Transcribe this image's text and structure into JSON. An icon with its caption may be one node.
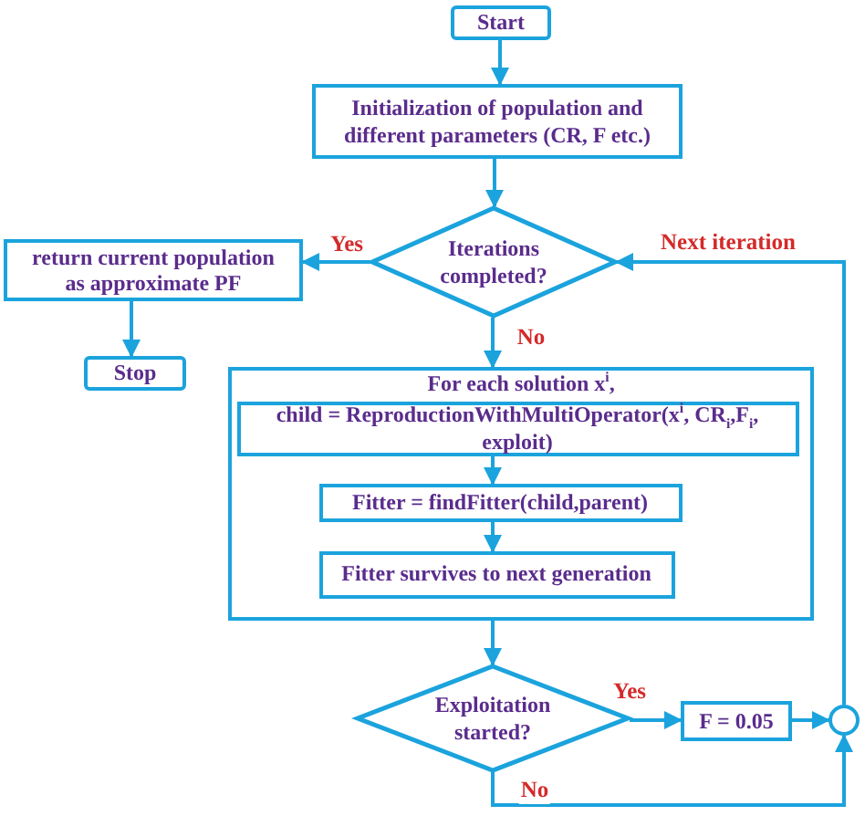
{
  "diagram": {
    "nodes": [
      {
        "text": [
          "Start"
        ]
      },
      {
        "text": [
          "Initialization of population and different parameters (CR, F etc.)"
        ]
      },
      {
        "text": [
          "Iterations completed?"
        ]
      },
      {
        "text": [
          "return current population as approximate PF"
        ]
      },
      {
        "text": [
          "Stop"
        ]
      },
      {
        "text": [
          "For each solution x$^{i}$,"
        ]
      },
      {
        "text": [
          "child = ReproductionWithMultiOperator(x$^{i}$, CR$_{i}$,F$_{i}$, exploit)"
        ],
        "in": 5
      },
      {
        "text": [
          "Fitter = findFitter(child,parent)"
        ],
        "in": 5
      },
      {
        "text": [
          "Fitter survives to next generation"
        ],
        "in": 5
      },
      {
        "text": [
          "Exploitation started?"
        ]
      },
      {
        "text": [
          "F = 0.05"
        ]
      },
      {
        "text": [],
        "shape": "circle"
      }
    ],
    "edges": [
      {
        "from": 0,
        "to": 1,
        "arrow": "to"
      },
      {
        "from": 1,
        "to": 2,
        "arrow": "to"
      },
      {
        "from": 2,
        "to": 3,
        "arrow": "to",
        "label": "Yes"
      },
      {
        "from": 3,
        "to": 4,
        "arrow": "to"
      },
      {
        "from": 2,
        "to": 5,
        "arrow": "to",
        "label": "No"
      },
      {
        "from": 6,
        "to": 7,
        "arrow": "to"
      },
      {
        "from": 7,
        "to": 8,
        "arrow": "to"
      },
      {
        "from": 5,
        "to": 9,
        "arrow": "to"
      },
      {
        "from": 9,
        "to": 10,
        "arrow": "to",
        "label": "Yes"
      },
      {
        "from": 10,
        "to": 11,
        "arrow": "to"
      },
      {
        "from": 9,
        "to": 11,
        "arrow": "to",
        "label": "No"
      },
      {
        "from": 11,
        "to": 2,
        "arrow": "to",
        "label": "Next iteration"
      }
    ]
  }
}
